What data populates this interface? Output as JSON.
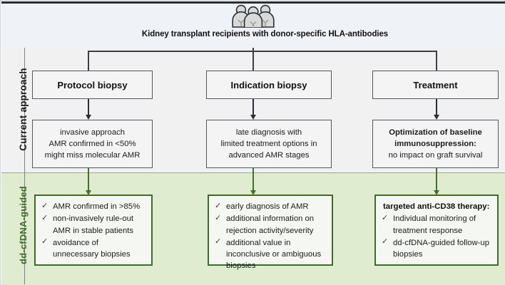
{
  "figure": {
    "header": {
      "icon": "three-people-icon",
      "caption": "Kidney transplant recipients with donor-specific HLA-antibodies",
      "background_color": "#eff2f7"
    },
    "rows": [
      {
        "id": "current-approach",
        "label": "Current approach",
        "label_color": "#1b1b1b",
        "background_color": "#f1f1f1"
      },
      {
        "id": "dd-cfdna-guided",
        "label": "dd-cfDNA-guided",
        "label_color": "#3f6b2a",
        "background_color": "#dfeccf"
      }
    ],
    "columns": [
      {
        "id": "protocol-biopsy",
        "title": "Protocol biopsy",
        "current": {
          "lines": [
            "invasive approach",
            "AMR confirmed in <50%",
            "might miss molecular AMR"
          ]
        },
        "guided": {
          "lead": "",
          "items": [
            "AMR confirmed in >85%",
            "non-invasively rule-out AMR in stable patients",
            "avoidance of unnecessary biopsies"
          ]
        }
      },
      {
        "id": "indication-biopsy",
        "title": "Indication biopsy",
        "current": {
          "lines": [
            "late diagnosis with",
            "limited treatment options in",
            "advanced AMR stages"
          ]
        },
        "guided": {
          "lead": "",
          "items": [
            "early diagnosis of AMR",
            "additional information on rejection activity/severity",
            "additional value in inconclusive or ambiguous biopsies"
          ]
        }
      },
      {
        "id": "treatment",
        "title": "Treatment",
        "current": {
          "bold_lines": [
            "Optimization of baseline",
            "immunosuppression:"
          ],
          "lines": [
            "no impact on graft survival"
          ]
        },
        "guided": {
          "lead": "targeted anti-CD38 therapy:",
          "items": [
            "Individual monitoring of treatment response",
            "dd-cfDNA-guided follow-up biopsies"
          ]
        }
      }
    ],
    "glyphs": {
      "check": "✓"
    },
    "colors": {
      "green_accent": "#3f6b2a",
      "green_band": "#dfeccf",
      "gray_band": "#f1f1f1",
      "header_band": "#eff2f7",
      "box_border": "#55595e"
    }
  }
}
